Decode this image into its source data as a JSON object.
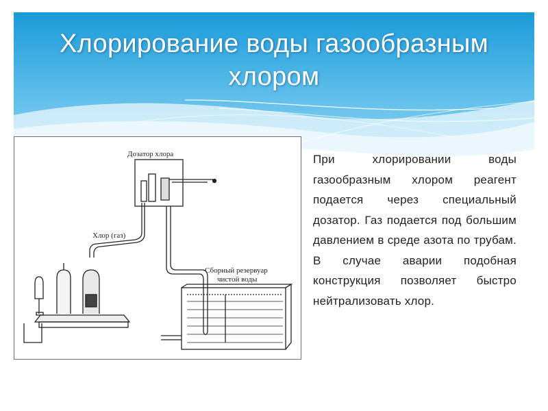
{
  "slide": {
    "title_line1": "Хлорирование воды газообразным",
    "title_line2": "хлором",
    "body": "При хлорировании воды газообразным хлором реагент подается через специальный дозатор. Газ подается под большим давлением в среде азота по трубам. В случае аварии подобная конструкция позволяет быстро нейтрализовать хлор."
  },
  "diagram": {
    "label_dosator": "Дозатор хлора",
    "label_chlorine_gas": "Хлор (газ)",
    "label_reservoir_line1": "Сборный резервуар",
    "label_reservoir_line2": "чистой воды"
  },
  "colors": {
    "sky_top": "#2aa6de",
    "sky_mid": "#7ccbef",
    "wave": "#dff1fa"
  }
}
